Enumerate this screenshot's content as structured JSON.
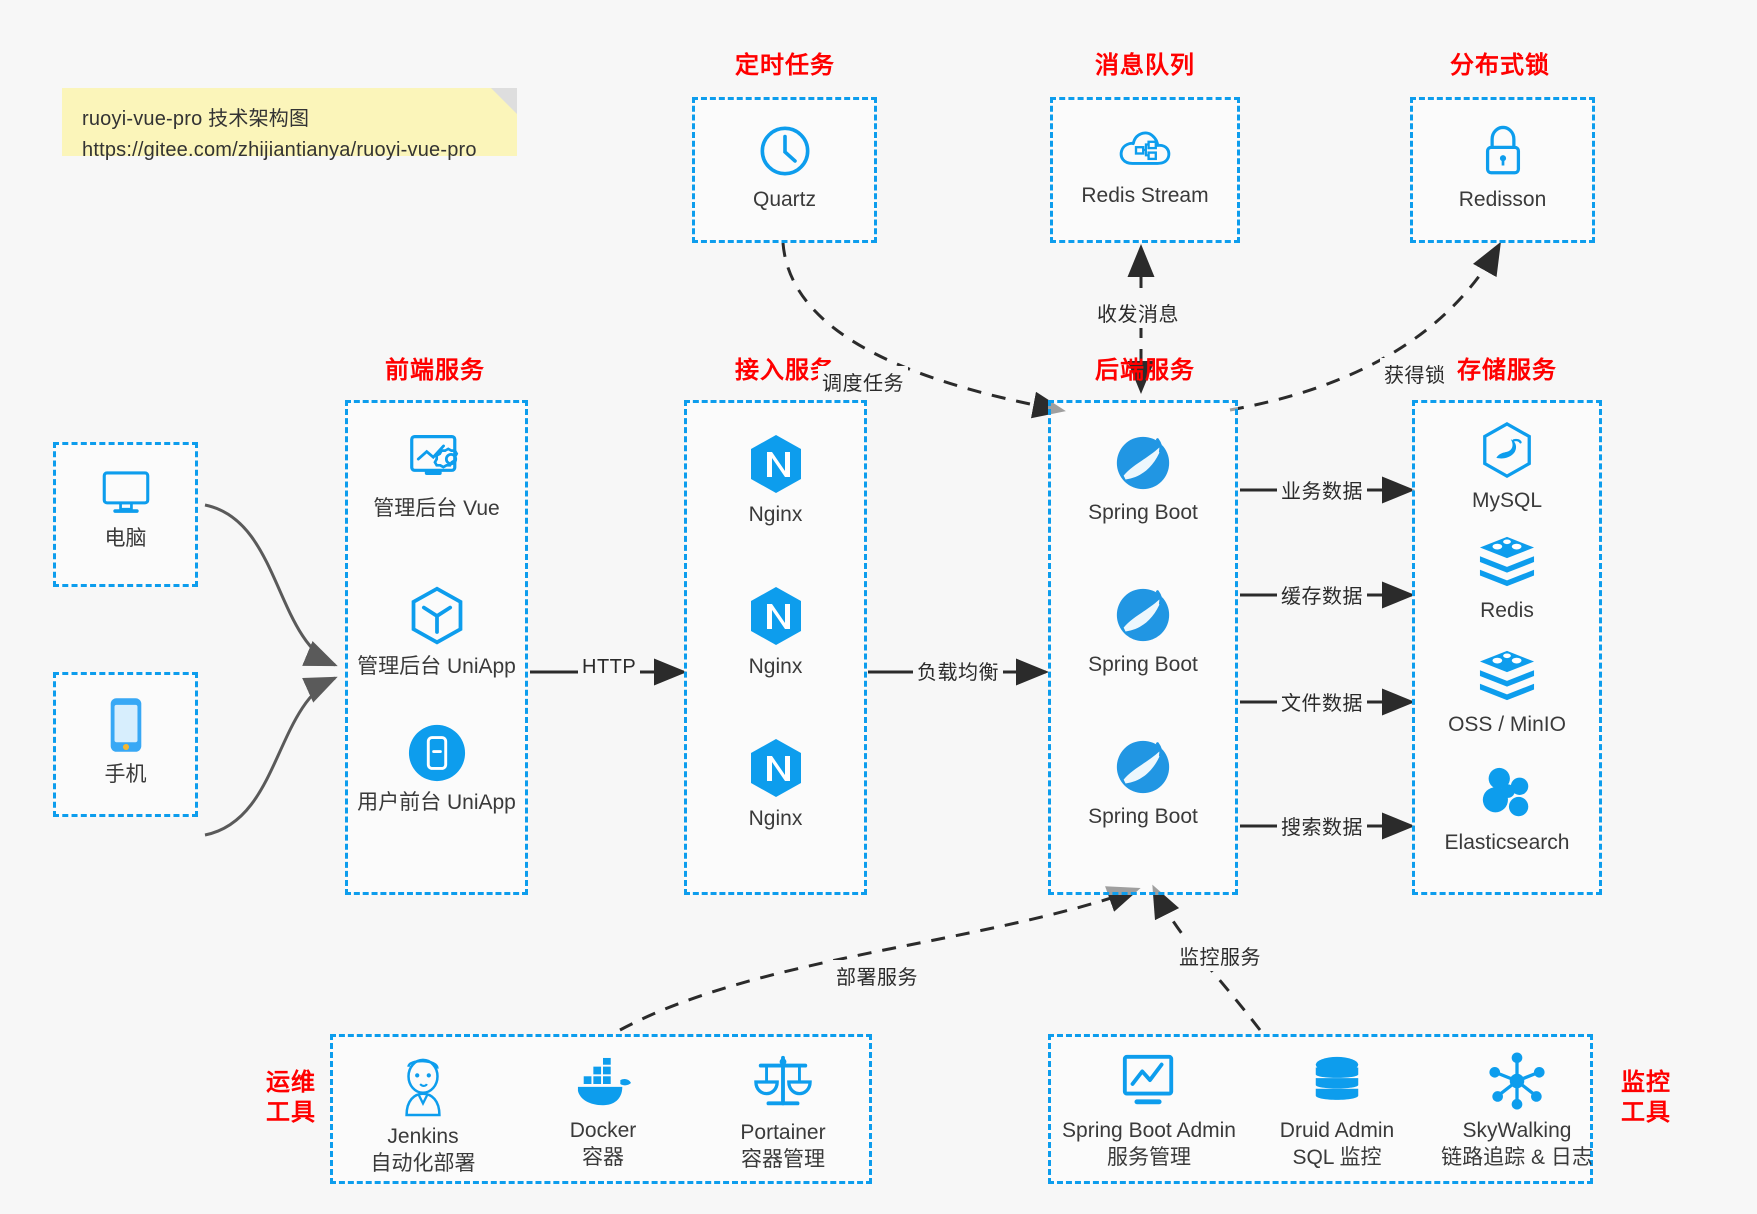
{
  "note": {
    "line1": "ruoyi-vue-pro 技术架构图",
    "line2": "https://gitee.com/zhijiantianya/ruoyi-vue-pro"
  },
  "colors": {
    "accent_blue": "#0d9ded",
    "title_red": "#ff0000",
    "edge_gray": "#2b2b2b",
    "background": "#f7f7f7",
    "note_yellow": "#fbf5ba"
  },
  "groups": {
    "scheduled_task": {
      "title": "定时任务",
      "items": [
        {
          "label": "Quartz",
          "icon": "clock-icon"
        }
      ]
    },
    "message_queue": {
      "title": "消息队列",
      "items": [
        {
          "label": "Redis Stream",
          "icon": "cloud-stream-icon"
        }
      ]
    },
    "distributed_lock": {
      "title": "分布式锁",
      "items": [
        {
          "label": "Redisson",
          "icon": "lock-icon"
        }
      ]
    },
    "clients": {
      "items": [
        {
          "label": "电脑",
          "icon": "desktop-icon"
        },
        {
          "label": "手机",
          "icon": "mobile-icon"
        }
      ]
    },
    "frontend": {
      "title": "前端服务",
      "items": [
        {
          "label": "管理后台 Vue",
          "icon": "dashboard-icon"
        },
        {
          "label": "管理后台 UniApp",
          "icon": "cube-icon"
        },
        {
          "label": "用户前台 UniApp",
          "icon": "app-icon"
        }
      ]
    },
    "gateway": {
      "title": "接入服务",
      "items": [
        {
          "label": "Nginx",
          "icon": "nginx-icon"
        },
        {
          "label": "Nginx",
          "icon": "nginx-icon"
        },
        {
          "label": "Nginx",
          "icon": "nginx-icon"
        }
      ]
    },
    "backend": {
      "title": "后端服务",
      "items": [
        {
          "label": "Spring Boot",
          "icon": "spring-icon"
        },
        {
          "label": "Spring Boot",
          "icon": "spring-icon"
        },
        {
          "label": "Spring Boot",
          "icon": "spring-icon"
        }
      ]
    },
    "storage": {
      "title": "存储服务",
      "items": [
        {
          "label": "MySQL",
          "icon": "mysql-icon"
        },
        {
          "label": "Redis",
          "icon": "redis-icon"
        },
        {
          "label": "OSS / MinIO",
          "icon": "minio-icon"
        },
        {
          "label": "Elasticsearch",
          "icon": "elasticsearch-icon"
        }
      ]
    },
    "devops": {
      "title_line1": "运维",
      "title_line2": "工具",
      "items": [
        {
          "label": "Jenkins",
          "sub": "自动化部署",
          "icon": "jenkins-icon"
        },
        {
          "label": "Docker",
          "sub": "容器",
          "icon": "docker-icon"
        },
        {
          "label": "Portainer",
          "sub": "容器管理",
          "icon": "scales-icon"
        }
      ]
    },
    "monitoring": {
      "title_line1": "监控",
      "title_line2": "工具",
      "items": [
        {
          "label": "Spring Boot Admin",
          "sub": "服务管理",
          "icon": "monitor-chart-icon"
        },
        {
          "label": "Druid Admin",
          "sub": "SQL 监控",
          "icon": "database-icon"
        },
        {
          "label": "SkyWalking",
          "sub": "链路追踪 & 日志",
          "icon": "skywalking-icon"
        }
      ]
    }
  },
  "edges": [
    {
      "label": "调度任务",
      "from": "scheduled_task",
      "to": "backend",
      "style": "dashed"
    },
    {
      "label": "收发消息",
      "from": "backend",
      "to": "message_queue",
      "style": "dashed-bidir"
    },
    {
      "label": "获得锁",
      "from": "backend",
      "to": "distributed_lock",
      "style": "dashed"
    },
    {
      "label": "HTTP",
      "from": "frontend",
      "to": "gateway",
      "style": "solid"
    },
    {
      "label": "负载均衡",
      "from": "gateway",
      "to": "backend",
      "style": "solid"
    },
    {
      "label": "业务数据",
      "from": "backend",
      "to": "storage",
      "style": "solid"
    },
    {
      "label": "缓存数据",
      "from": "backend",
      "to": "storage",
      "style": "solid"
    },
    {
      "label": "文件数据",
      "from": "backend",
      "to": "storage",
      "style": "solid"
    },
    {
      "label": "搜索数据",
      "from": "backend",
      "to": "storage",
      "style": "solid"
    },
    {
      "label": "部署服务",
      "from": "devops",
      "to": "backend",
      "style": "dashed"
    },
    {
      "label": "监控服务",
      "from": "monitoring",
      "to": "backend",
      "style": "dashed"
    }
  ]
}
